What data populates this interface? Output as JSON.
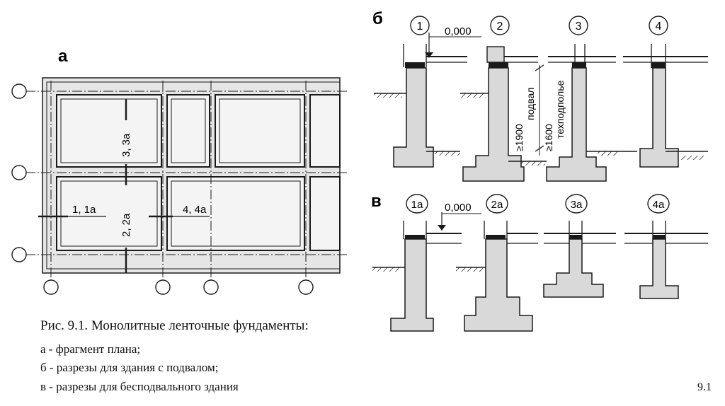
{
  "figure": {
    "labels": {
      "a": "а",
      "b": "б",
      "v": "в"
    },
    "plan_cuts": [
      "1, 1а",
      "2, 2а",
      "3, 3а",
      "4, 4а"
    ],
    "sections_b": [
      "1",
      "2",
      "3",
      "4"
    ],
    "sections_v": [
      "1а",
      "2а",
      "3а",
      "4а"
    ],
    "elevation": "0,000",
    "dim_basement": "≥1900",
    "basement_label": "подвал",
    "dim_crawlspace": "≥1600",
    "crawlspace_label": "техподполье"
  },
  "caption": {
    "title": "Рис. 9.1. Монолитные ленточные фундаменты:",
    "item_a": "а - фрагмент плана;",
    "item_b": "б - разрезы для здания с подвалом;",
    "item_v": "в - разрезы для бесподвального здания"
  },
  "page_number": "9.1",
  "colors": {
    "line": "#1a1a1a",
    "fill": "#d9d9d9",
    "plan_bg": "#e6e6e6"
  }
}
